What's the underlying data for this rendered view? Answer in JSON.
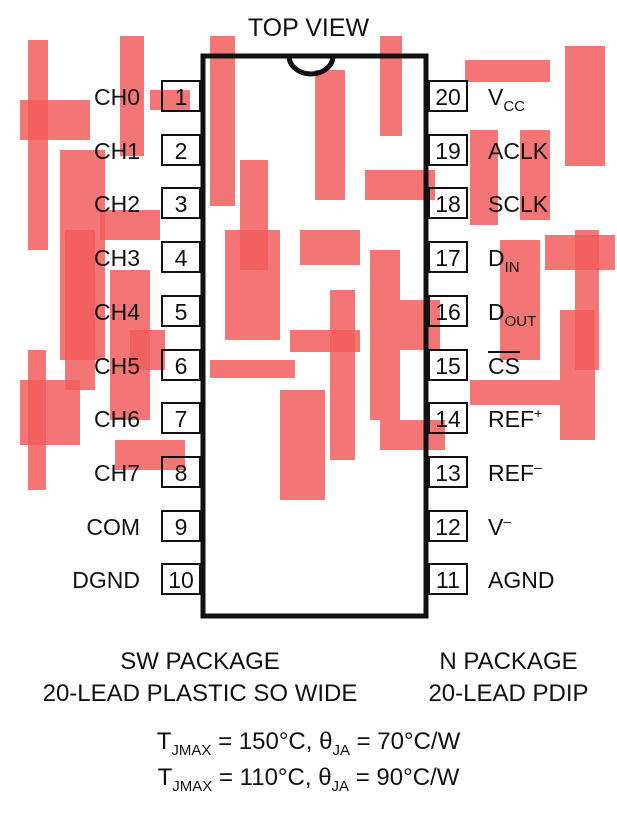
{
  "diagram": {
    "title": "TOP VIEW",
    "left_pins": [
      {
        "num": "1",
        "name": "CH0"
      },
      {
        "num": "2",
        "name": "CH1"
      },
      {
        "num": "3",
        "name": "CH2"
      },
      {
        "num": "4",
        "name": "CH3"
      },
      {
        "num": "5",
        "name": "CH4"
      },
      {
        "num": "6",
        "name": "CH5"
      },
      {
        "num": "7",
        "name": "CH6"
      },
      {
        "num": "8",
        "name": "CH7"
      },
      {
        "num": "9",
        "name": "COM"
      },
      {
        "num": "10",
        "name": "DGND"
      }
    ],
    "right_pins": [
      {
        "num": "20",
        "base": "V",
        "sub": "CC",
        "sup": "",
        "over": false
      },
      {
        "num": "19",
        "base": "ACLK",
        "sub": "",
        "sup": "",
        "over": false
      },
      {
        "num": "18",
        "base": "SCLK",
        "sub": "",
        "sup": "",
        "over": false
      },
      {
        "num": "17",
        "base": "D",
        "sub": "IN",
        "sup": "",
        "over": false
      },
      {
        "num": "16",
        "base": "D",
        "sub": "OUT",
        "sup": "",
        "over": false
      },
      {
        "num": "15",
        "base": "CS",
        "sub": "",
        "sup": "",
        "over": true
      },
      {
        "num": "14",
        "base": "REF",
        "sub": "",
        "sup": "+",
        "over": false
      },
      {
        "num": "13",
        "base": "REF",
        "sub": "",
        "sup": "–",
        "over": false
      },
      {
        "num": "12",
        "base": "V",
        "sub": "",
        "sup": "–",
        "over": false
      },
      {
        "num": "11",
        "base": "AGND",
        "sub": "",
        "sup": "",
        "over": false
      }
    ],
    "packages": {
      "left_line1": "SW PACKAGE",
      "left_line2": "20-LEAD PLASTIC SO WIDE",
      "right_line1": "N PACKAGE",
      "right_line2": "20-LEAD PDIP"
    },
    "thermal": [
      {
        "t": "T",
        "t_sub": "JMAX",
        "mid": " = 150°C, θ",
        "theta_sub": "JA",
        "tail": " = 70°C/W"
      },
      {
        "t": "T",
        "t_sub": "JMAX",
        "mid": " = 110°C, θ",
        "theta_sub": "JA",
        "tail": " = 90°C/W"
      }
    ],
    "colors": {
      "line": "#111111",
      "watermark": "#f25d5d",
      "background": "#ffffff"
    }
  }
}
